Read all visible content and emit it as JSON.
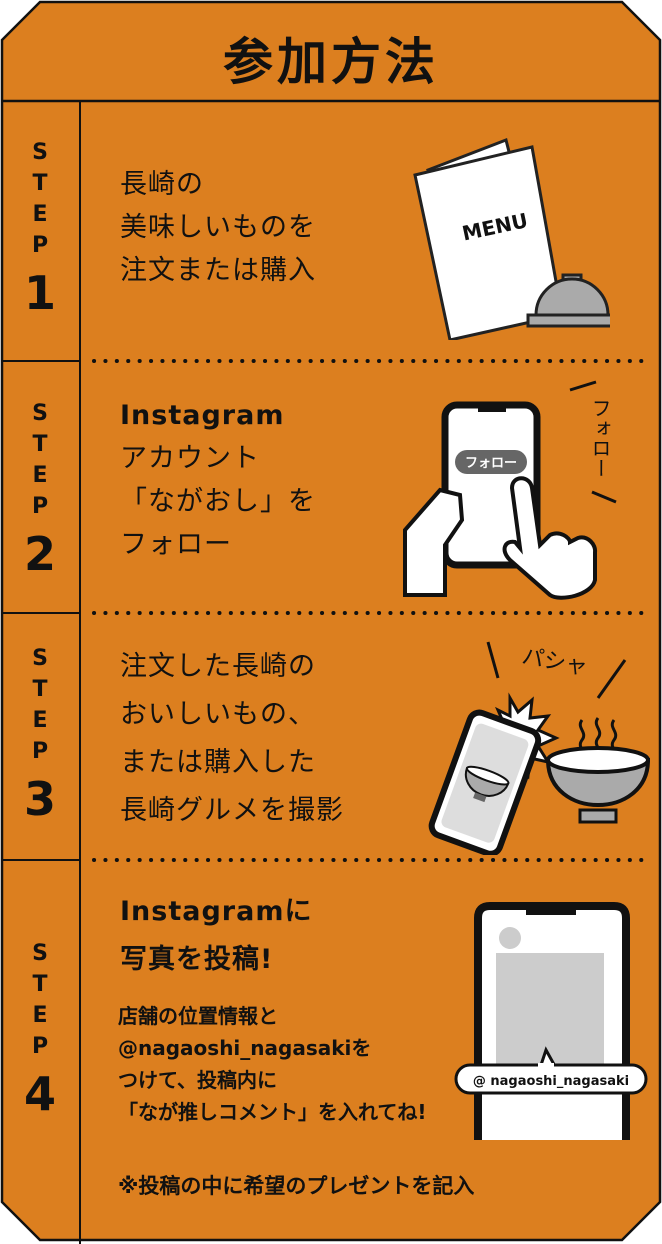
{
  "header": {
    "title": "参加方法"
  },
  "colors": {
    "background": "#DC7F1F",
    "border": "#111111",
    "illustration_gray": "#AAAAAA",
    "light_gray": "#CCCCCC",
    "pill_gray": "#666666",
    "white": "#FFFFFF"
  },
  "steps": [
    {
      "label_letters": [
        "S",
        "T",
        "E",
        "P"
      ],
      "number": "1",
      "lines": [
        "長崎の",
        "美味しいものを",
        "注文または購入"
      ],
      "illustration": {
        "name": "menu-and-cloche",
        "menu_text": "MENU"
      }
    },
    {
      "label_letters": [
        "S",
        "T",
        "E",
        "P"
      ],
      "number": "2",
      "lines": [
        "Instagram",
        "アカウント",
        "「ながおし」を",
        "フォロー"
      ],
      "illustration": {
        "name": "phone-follow",
        "button_text": "フォロー",
        "side_text": "フォロー"
      }
    },
    {
      "label_letters": [
        "S",
        "T",
        "E",
        "P"
      ],
      "number": "3",
      "lines": [
        "注文した長崎の",
        "おいしいもの、",
        "または購入した",
        "長崎グルメを撮影"
      ],
      "illustration": {
        "name": "phone-photo-bowl",
        "sound_text": "パシャ"
      }
    },
    {
      "label_letters": [
        "S",
        "T",
        "E",
        "P"
      ],
      "number": "4",
      "lines": [
        "Instagramに",
        "写真を投稿!"
      ],
      "sub_lines": [
        "店舗の位置情報と",
        "@nagaoshi_nagasakiを",
        "つけて、投稿内に",
        "「なが推しコメント」を入れてね!"
      ],
      "note": "※投稿の中に希望のプレゼントを記入",
      "illustration": {
        "name": "phone-post-tag",
        "tag_text": "@ nagaoshi_nagasaki"
      }
    }
  ]
}
